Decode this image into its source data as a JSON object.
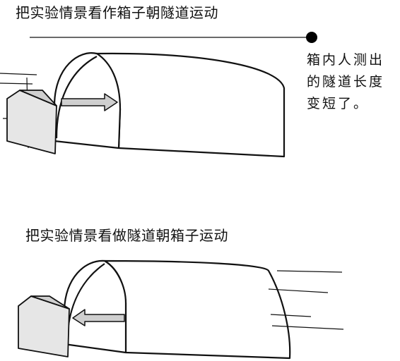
{
  "top_panel": {
    "caption": "把实验情景看作箱子朝隧道运动",
    "note": "箱内人测出的隧道长度变短了。"
  },
  "bottom_panel": {
    "caption": "把实验情景看做隧道朝箱子运动"
  },
  "colors": {
    "ink": "#111111",
    "tunnel_fill": "#ffffff",
    "box_front": "#e6e6e6",
    "box_side": "#bdbdbd",
    "arrow_fill": "#cfcfcf"
  }
}
